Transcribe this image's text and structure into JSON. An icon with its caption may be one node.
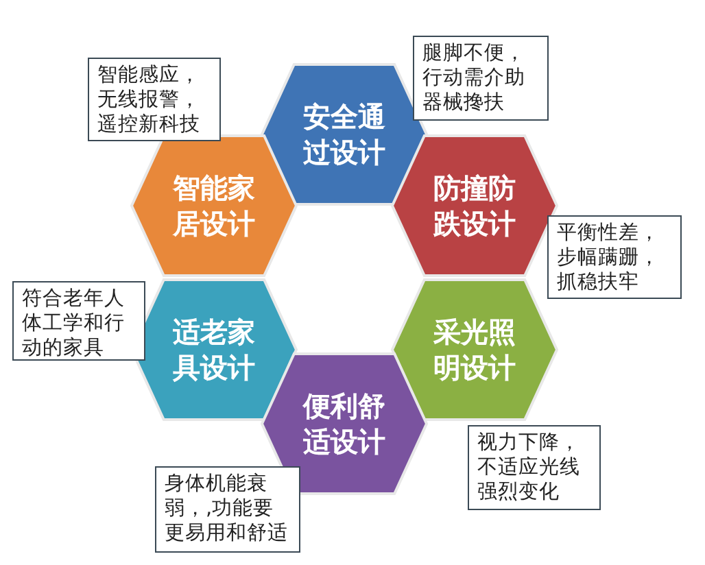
{
  "diagram": {
    "nodes": [
      {
        "text": [
          "腿脚不便，行动需介助器械搀扶"
        ]
      },
      {
        "text": [
          "智能感应，无线报警，遥控新科技"
        ]
      },
      {
        "text": [
          "安全通过设计"
        ]
      },
      {
        "text": [
          "智能家居设计"
        ]
      },
      {
        "text": [
          "防撞防跌设计"
        ]
      },
      {
        "text": [
          "平衡性差，步幅蹒跚，抓稳扶牢"
        ]
      },
      {
        "text": [
          "符合老年人体工学和行动的家具"
        ]
      },
      {
        "text": [
          "适老家具设计"
        ]
      },
      {
        "text": [
          "采光照明设计"
        ]
      },
      {
        "text": [
          "便利舒适设计"
        ]
      },
      {
        "text": [
          "视力下降，不适应光线强烈变化"
        ]
      },
      {
        "text": [
          "身体机能衰弱，,功能要更易用和舒适"
        ]
      }
    ]
  }
}
